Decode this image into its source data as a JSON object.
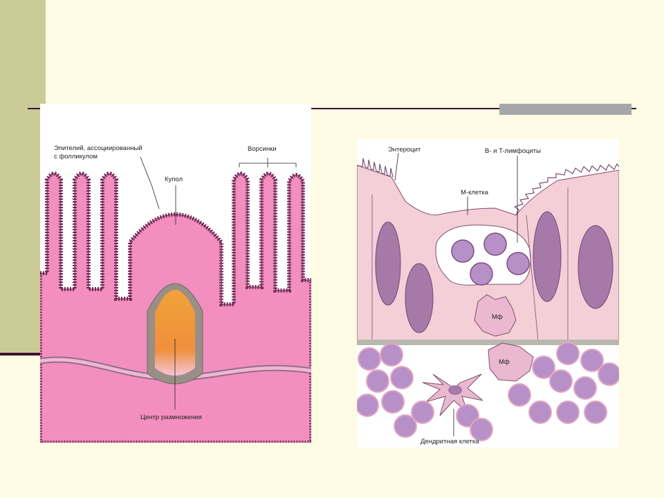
{
  "theme": {
    "background": "#fdfbe3",
    "sidebar": "#cbcb97",
    "rule": "#3b1330",
    "accent_bar": "#a6a6a8",
    "tissue_pink": "#f28fbf",
    "cell_pink": "#f5cfd8",
    "nucleus_purple": "#a679a8",
    "germinal_orange": "#f09a2c"
  },
  "left_figure": {
    "label_epithelium_line1": "Эпителий, ассоциированный",
    "label_epithelium_line2": "с фолликулом",
    "label_villi": "Ворсинки",
    "label_dome": "Купол",
    "label_germinal_center": "Центр размножения"
  },
  "right_figure": {
    "label_enterocyte": "Энтероцит",
    "label_lymphocytes": "B- и T-лимфоциты",
    "label_m_cell": "М-клетка",
    "label_macrophage_1": "Мф",
    "label_macrophage_2": "Мф",
    "label_dendritic_cell": "Дендритная клетка"
  }
}
